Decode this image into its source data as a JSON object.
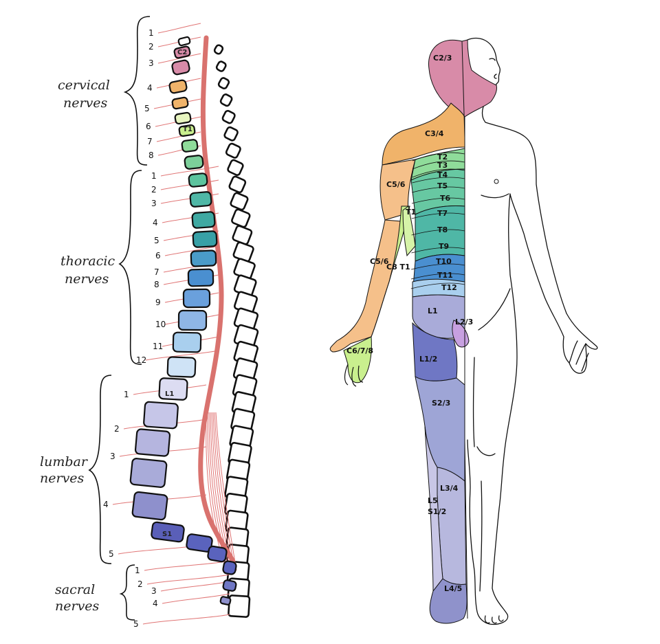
{
  "colors": {
    "cervical_upper": "#d88ba8",
    "c3_4": "#f0b36a",
    "c5_6": "#f5c08a",
    "c7_t1": "#c9ef8e",
    "thoracic_top": "#8fdc9a",
    "thoracic_mid": "#4fb7a6",
    "thoracic_low": "#4a8fd0",
    "thoracic_bottom": "#a9cfee",
    "lumbar": "#a9abd9",
    "l1_2": "#6f77c4",
    "sacral": "#5a5fb8",
    "s2_3": "#9ea5d6",
    "l5_s1": "#c8c6e6",
    "spinal_cord": "#d9726e",
    "nerves": "#e07474"
  },
  "spine": {
    "groups": [
      {
        "id": "cervical",
        "line1": "cervical",
        "line2": "nerves",
        "numbers": [
          "1",
          "2",
          "3",
          "4",
          "5",
          "6",
          "7",
          "8"
        ]
      },
      {
        "id": "thoracic",
        "line1": "thoracic",
        "line2": "nerves",
        "numbers": [
          "1",
          "2",
          "3",
          "4",
          "5",
          "6",
          "7",
          "8",
          "9",
          "10",
          "11",
          "12"
        ]
      },
      {
        "id": "lumbar",
        "line1": "lumbar",
        "line2": "nerves",
        "numbers": [
          "1",
          "2",
          "3",
          "4",
          "5"
        ]
      },
      {
        "id": "sacral",
        "line1": "sacral",
        "line2": "nerves",
        "numbers": [
          "1",
          "2",
          "3",
          "4",
          "5"
        ]
      }
    ],
    "vertebra_labels": [
      "C2",
      "T1",
      "L1",
      "S1"
    ]
  },
  "dermatomes": [
    {
      "id": "c2_3",
      "text": "C2/3"
    },
    {
      "id": "c3_4",
      "text": "C3/4"
    },
    {
      "id": "c5_6_shoulder",
      "text": "C5/6"
    },
    {
      "id": "t1_arm",
      "text": "T1"
    },
    {
      "id": "c5_6_arm",
      "text": "C5/6"
    },
    {
      "id": "c8_t1",
      "text": "C8 T1"
    },
    {
      "id": "c6_7_8",
      "text": "C6/7/8"
    },
    {
      "id": "t2",
      "text": "T2"
    },
    {
      "id": "t3",
      "text": "T3"
    },
    {
      "id": "t4",
      "text": "T4"
    },
    {
      "id": "t5",
      "text": "T5"
    },
    {
      "id": "t6",
      "text": "T6"
    },
    {
      "id": "t7",
      "text": "T7"
    },
    {
      "id": "t8",
      "text": "T8"
    },
    {
      "id": "t9",
      "text": "T9"
    },
    {
      "id": "t10",
      "text": "T10"
    },
    {
      "id": "t11",
      "text": "T11"
    },
    {
      "id": "t12",
      "text": "T12"
    },
    {
      "id": "l1",
      "text": "L1"
    },
    {
      "id": "l2_3",
      "text": "L2/3"
    },
    {
      "id": "l1_2",
      "text": "L1/2"
    },
    {
      "id": "s2_3",
      "text": "S2/3"
    },
    {
      "id": "l3_4",
      "text": "L3/4"
    },
    {
      "id": "l5",
      "text": "L5"
    },
    {
      "id": "s1_2",
      "text": "S1/2"
    },
    {
      "id": "l4_5",
      "text": "L4/5"
    }
  ]
}
